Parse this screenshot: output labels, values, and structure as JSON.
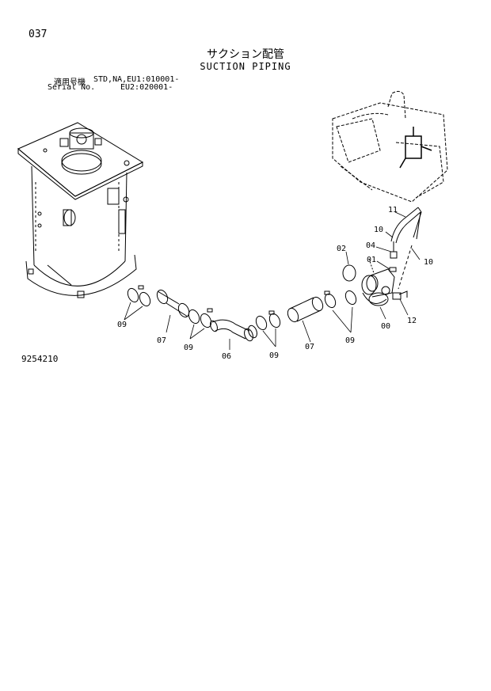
{
  "header": {
    "page_number": "037",
    "title_jp": "サクション配管",
    "title_en": "SUCTION PIPING",
    "serial": {
      "label_jp": "適用号機",
      "label_en": "Serial No.",
      "line1": "STD,NA,EU1:010001-",
      "line2": "EU2:020001-"
    }
  },
  "drawing_id": "9254210",
  "callouts": [
    "00",
    "01",
    "02",
    "04",
    "06",
    "07",
    "07",
    "09",
    "09",
    "09",
    "09",
    "10",
    "10",
    "11",
    "12"
  ]
}
